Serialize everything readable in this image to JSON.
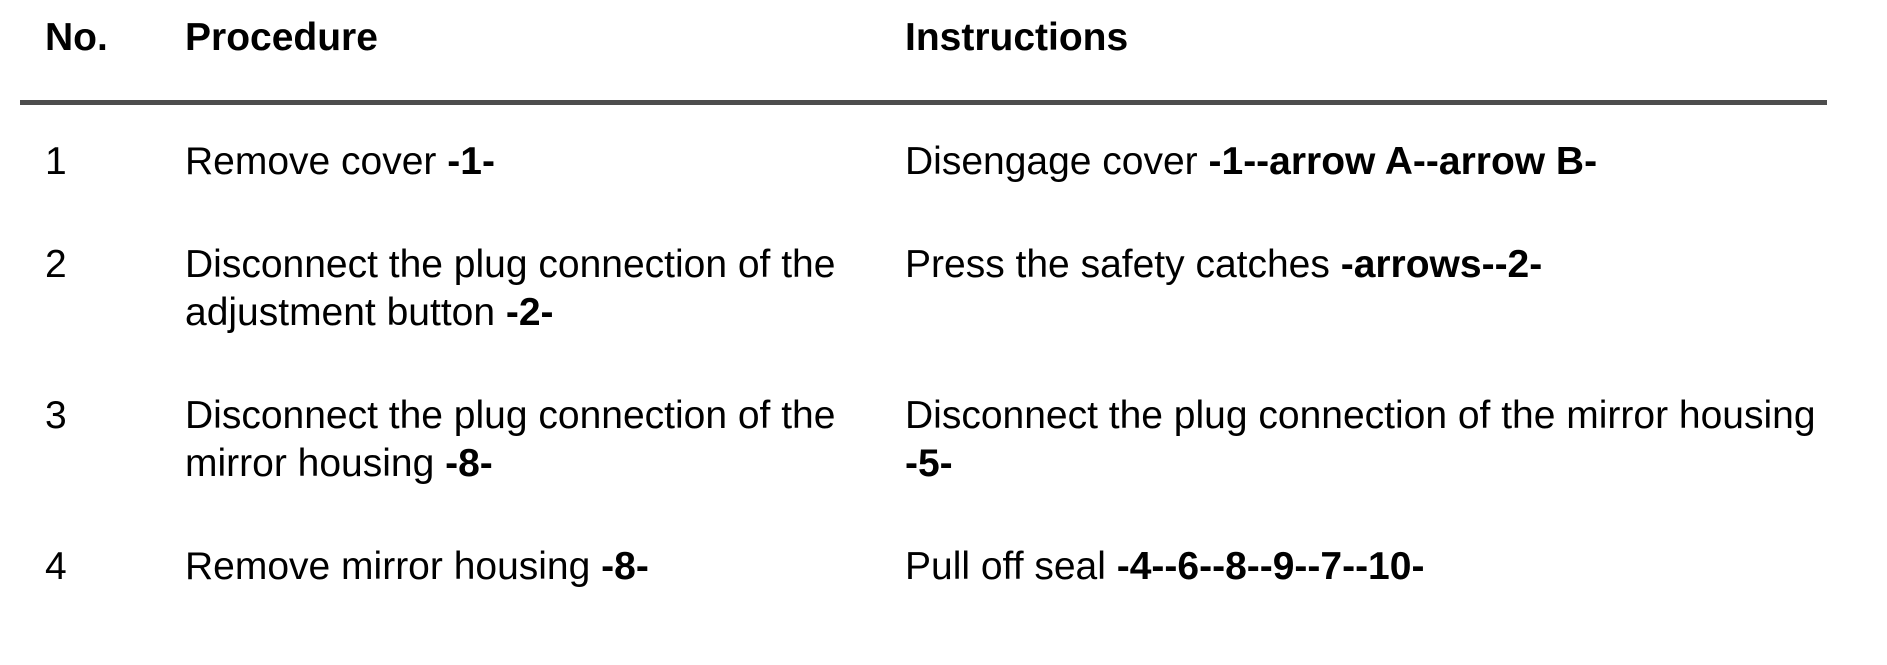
{
  "table": {
    "columns": [
      {
        "key": "no",
        "label": "No."
      },
      {
        "key": "procedure",
        "label": "Procedure"
      },
      {
        "key": "instructions",
        "label": "Instructions"
      }
    ],
    "rows": [
      {
        "no": "1",
        "procedure": [
          {
            "text": "Remove cover ",
            "bold": false
          },
          {
            "text": "-1-",
            "bold": true
          }
        ],
        "instructions": [
          {
            "text": "Disengage cover ",
            "bold": false
          },
          {
            "text": "-1--arrow A--arrow B-",
            "bold": true
          }
        ]
      },
      {
        "no": "2",
        "procedure": [
          {
            "text": "Disconnect the plug connection of the adjustment button ",
            "bold": false
          },
          {
            "text": "-2-",
            "bold": true
          }
        ],
        "instructions": [
          {
            "text": "Press the safety catches ",
            "bold": false
          },
          {
            "text": "-arrows--2-",
            "bold": true
          }
        ]
      },
      {
        "no": "3",
        "procedure": [
          {
            "text": "Disconnect the plug connection of the mirror housing ",
            "bold": false
          },
          {
            "text": "-8-",
            "bold": true
          }
        ],
        "instructions": [
          {
            "text": "Disconnect the plug connection of the mirror housing ",
            "bold": false
          },
          {
            "text": "-5-",
            "bold": true
          }
        ]
      },
      {
        "no": "4",
        "procedure": [
          {
            "text": "Remove mirror housing ",
            "bold": false
          },
          {
            "text": "-8-",
            "bold": true
          }
        ],
        "instructions": [
          {
            "text": "Pull off seal ",
            "bold": false
          },
          {
            "text": "-4--6--8--9--7--10-",
            "bold": true
          }
        ]
      }
    ]
  },
  "colors": {
    "text": "#000000",
    "rule": "#4d4d4d",
    "background": "#ffffff"
  }
}
